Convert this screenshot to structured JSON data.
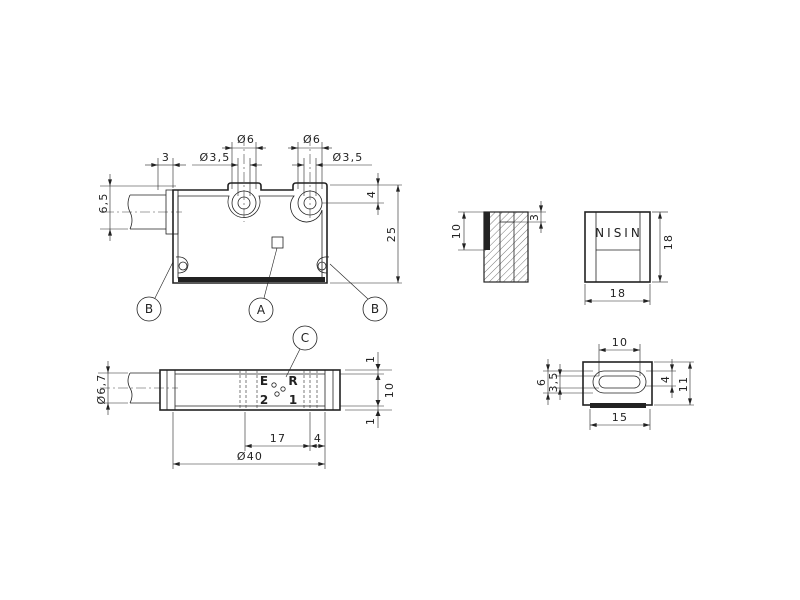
{
  "front_view": {
    "dim_offset": "3",
    "dim_hole_left": "Ø3,5",
    "dim_boss_left": "Ø6",
    "dim_boss_right": "Ø6",
    "dim_hole_right": "Ø3,5",
    "dim_cable": "6,5",
    "dim_depth": "4",
    "dim_height": "25",
    "callout_a": "A",
    "callout_b_left": "B",
    "callout_b_right": "B"
  },
  "top_view": {
    "callout_c": "C",
    "dim_cable": "Ø6,7",
    "marking_e": "E",
    "marking_r": "R",
    "marking_2": "2",
    "marking_1": "1",
    "dim_wall_top": "1",
    "dim_width": "10",
    "dim_wall_bottom": "1",
    "dim_position": "17",
    "dim_offset": "4",
    "dim_length": "Ø40"
  },
  "magnet_section": {
    "dim_height": "10",
    "dim_counterbore": "3"
  },
  "magnet_side": {
    "label": "NISIN",
    "dim_height": "18",
    "dim_width": "18"
  },
  "magnet_top": {
    "dim_slot_length": "10",
    "dim_slot_outer": "6",
    "dim_slot_inner": "3,5",
    "dim_slot_offset": "4",
    "dim_height": "11",
    "dim_width": "15"
  }
}
